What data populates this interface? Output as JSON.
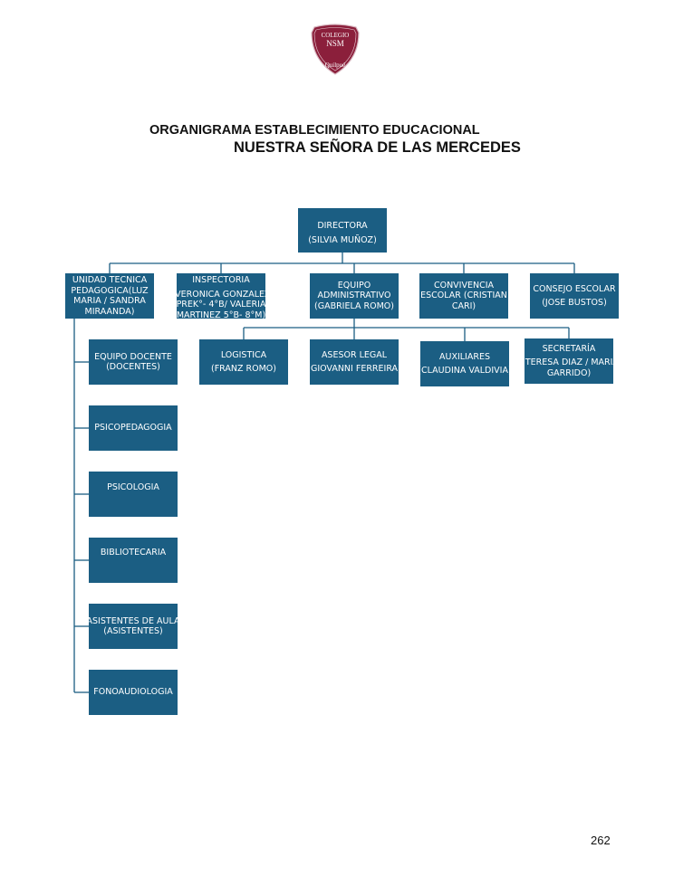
{
  "logo": {
    "line1": "COLEGIO",
    "line2": "NSM",
    "line3": "Quilpué",
    "color": "#8b1f3b"
  },
  "title": {
    "line1": "ORGANIGRAMA ESTABLECIMIENTO EDUCACIONAL",
    "line2": "NUESTRA SEÑORA DE LAS MERCEDES"
  },
  "colors": {
    "box": "#1b5e83",
    "line": "#1b5e83"
  },
  "nodes": {
    "directora": [
      "DIRECTORA",
      "(SILVIA MUÑOZ)"
    ],
    "utp": [
      "UNIDAD TECNICA",
      "PEDAGOGICA(LUZ",
      "MARIA / SANDRA",
      "MIRAANDA)"
    ],
    "inspectoria": [
      "INSPECTORIA",
      "(VERONICA GONZALEZ",
      "PREK°- 4°B/ VALERIA",
      "MARTINEZ 5°B- 8°M)"
    ],
    "administrativo": [
      "EQUIPO",
      "ADMINISTRATIVO",
      "(GABRIELA ROMO)"
    ],
    "convivencia": [
      "CONVIVENCIA",
      "ESCOLAR (CRISTIAN",
      "CARI)"
    ],
    "consejo": [
      "CONSEJO ESCOLAR",
      "(JOSE BUSTOS)"
    ],
    "logistica": [
      "LOGISTICA",
      "(FRANZ ROMO)"
    ],
    "asesor": [
      "ASESOR LEGAL",
      "(GIOVANNI FERREIRA)"
    ],
    "auxiliares": [
      "AUXILIARES",
      "(CLAUDINA VALDIVIA)"
    ],
    "secretaria": [
      "SECRETARÍA",
      "( TERESA DIAZ / MARIA",
      "GARRIDO)"
    ],
    "docente": [
      "EQUIPO DOCENTE",
      "(DOCENTES)"
    ],
    "psicopedagogia": [
      "PSICOPEDAGOGIA"
    ],
    "psicologia": [
      "PSICOLOGIA"
    ],
    "bibliotecaria": [
      "BIBLIOTECARIA"
    ],
    "asistentes": [
      "ASISTENTES DE AULA",
      "(ASISTENTES)"
    ],
    "fonoaudiologia": [
      "FONOAUDIOLOGIA"
    ]
  },
  "page_number": "262"
}
